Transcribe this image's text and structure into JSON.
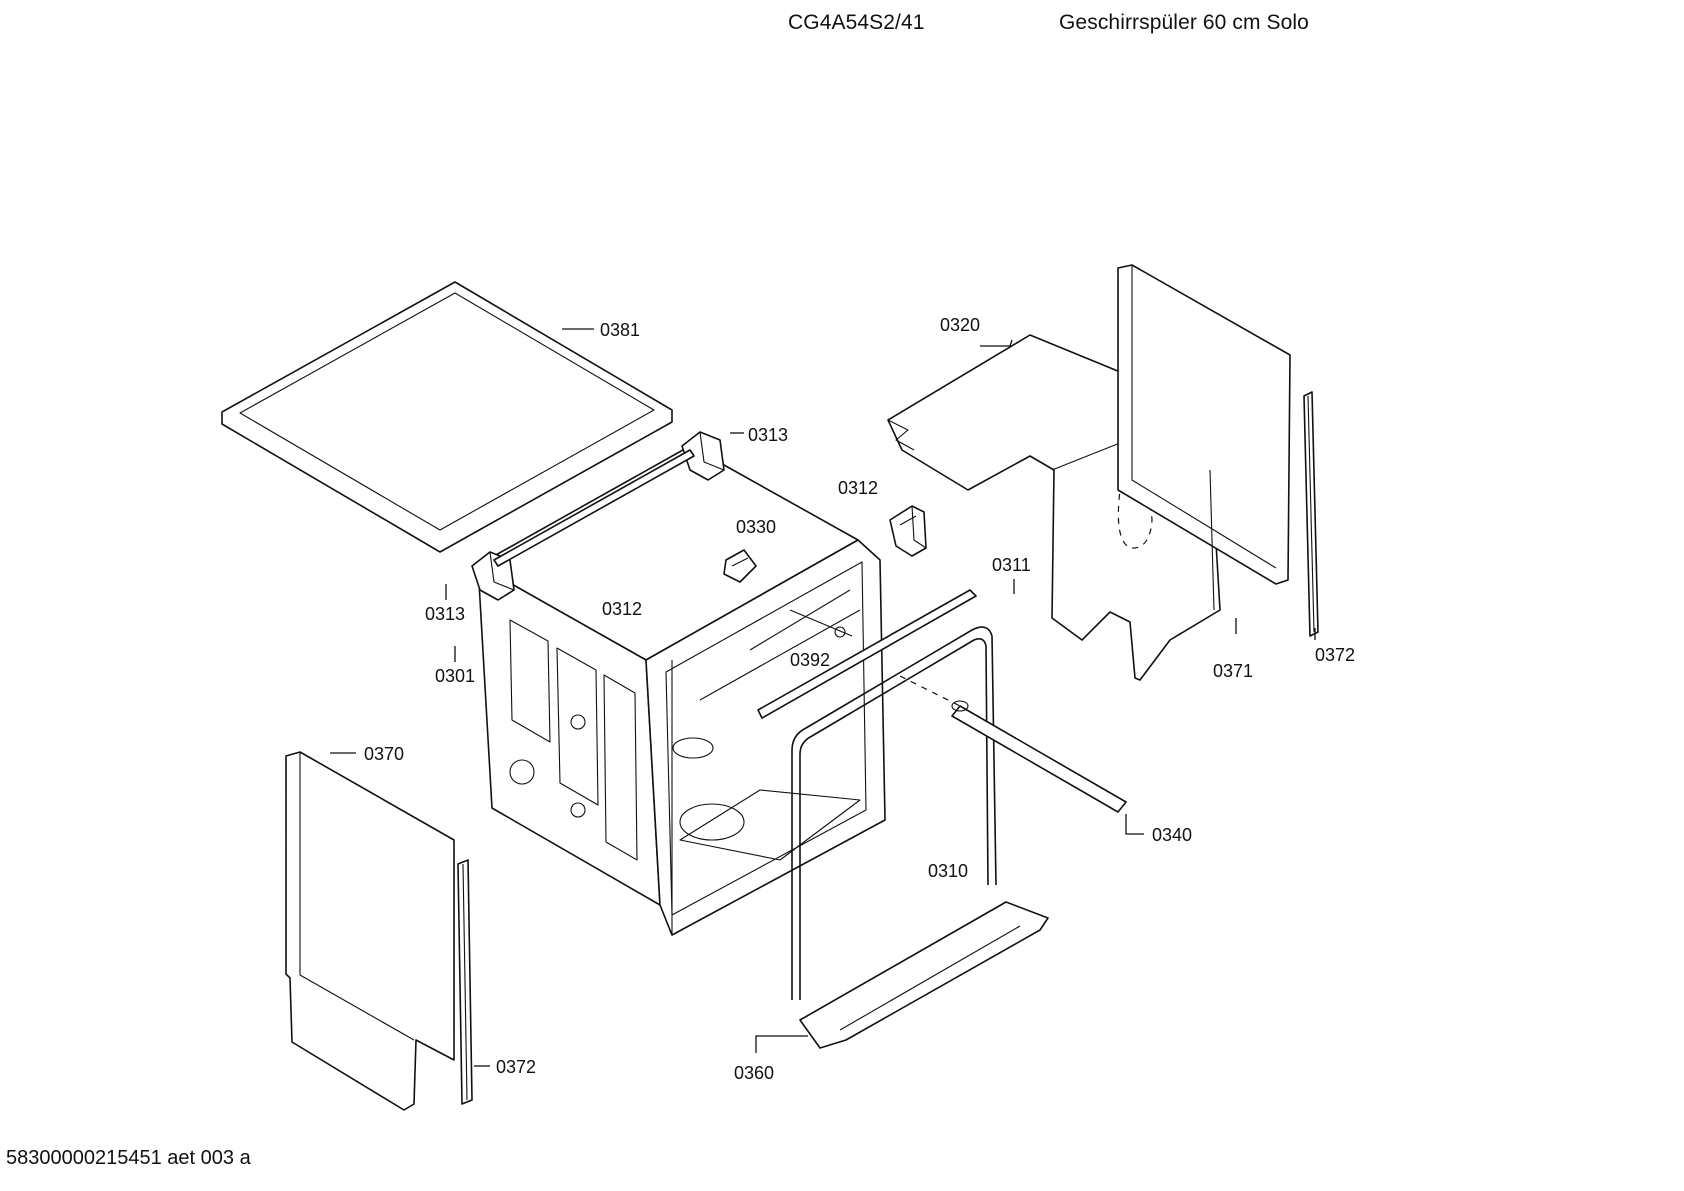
{
  "header": {
    "model": "CG4A54S2/41",
    "description": "Geschirrspüler 60 cm Solo"
  },
  "footer": {
    "document_id": "58300000215451 aet 003 a"
  },
  "callouts": [
    {
      "id": "c0381a",
      "text": "0381"
    },
    {
      "id": "c0313a",
      "text": "0313"
    },
    {
      "id": "c0313b",
      "text": "0313"
    },
    {
      "id": "c0312a",
      "text": "0312"
    },
    {
      "id": "c0312b",
      "text": "0312"
    },
    {
      "id": "c0330",
      "text": "0330"
    },
    {
      "id": "c0301",
      "text": "0301"
    },
    {
      "id": "c0320",
      "text": "0320"
    },
    {
      "id": "c0311",
      "text": "0311"
    },
    {
      "id": "c0392",
      "text": "0392"
    },
    {
      "id": "c0371",
      "text": "0371"
    },
    {
      "id": "c0372a",
      "text": "0372"
    },
    {
      "id": "c0372b",
      "text": "0372"
    },
    {
      "id": "c0370",
      "text": "0370"
    },
    {
      "id": "c0340",
      "text": "0340"
    },
    {
      "id": "c0310",
      "text": "0310"
    },
    {
      "id": "c0360",
      "text": "0360"
    }
  ]
}
